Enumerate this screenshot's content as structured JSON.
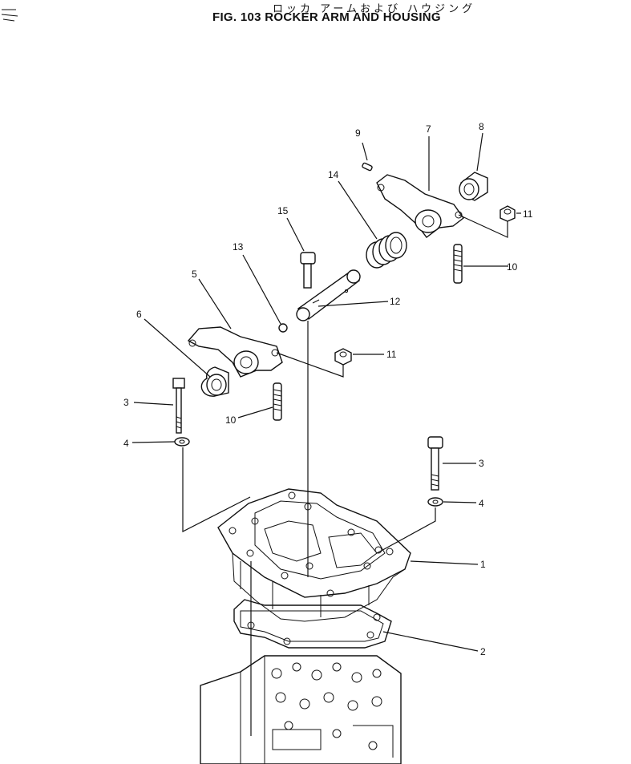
{
  "header": {
    "japanese_title": "ロッカ アームおよび ハウジング",
    "figure_title": "FIG. 103  ROCKER ARM AND HOUSING"
  },
  "callouts": [
    "9",
    "7",
    "8",
    "14",
    "15",
    "11",
    "13",
    "10",
    "5",
    "12",
    "6",
    "11",
    "3",
    "10",
    "4",
    "3",
    "4",
    "1",
    "2"
  ]
}
